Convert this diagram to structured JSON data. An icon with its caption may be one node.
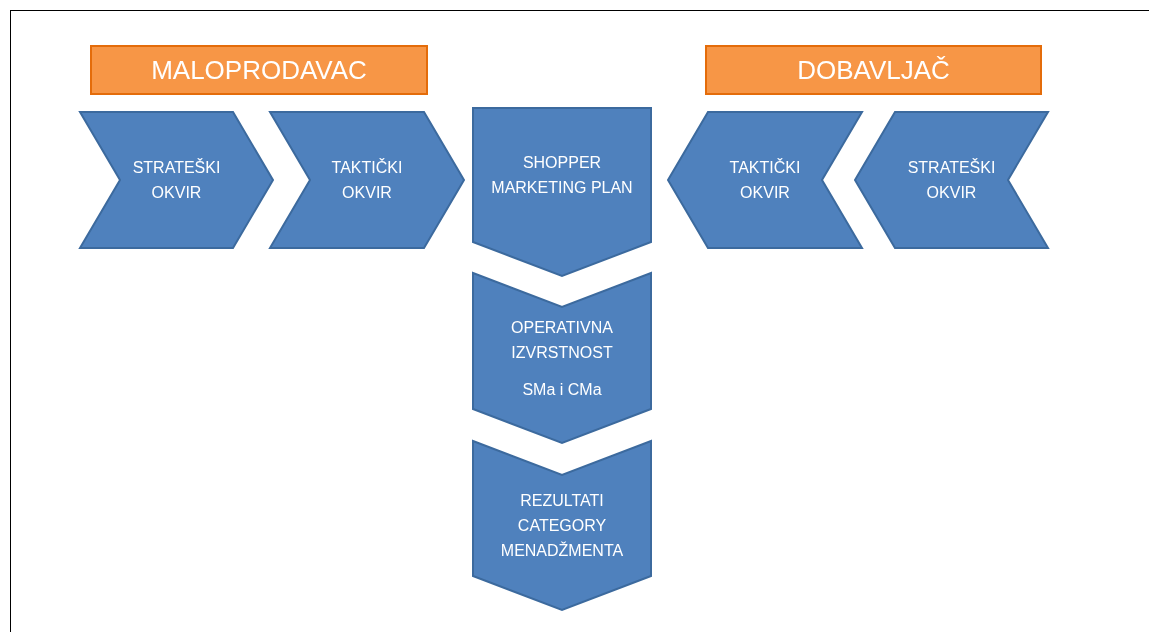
{
  "diagram": {
    "nodes": [
      {
        "text": [
          "MALOPRODAVAC"
        ]
      },
      {
        "text": [
          "DOBAVLJAČ"
        ]
      },
      {
        "text": [
          "STRATEŠKI OKVIR"
        ]
      },
      {
        "text": [
          "TAKTIČKI OKVIR"
        ]
      },
      {
        "text": [
          "SHOPPER MARKETING PLAN"
        ]
      },
      {
        "text": [
          "TAKTIČKI OKVIR"
        ]
      },
      {
        "text": [
          "STRATEŠKI OKVIR"
        ]
      },
      {
        "text": [
          "OPERATIVNA IZVRSTNOST",
          "SMa i CMa"
        ]
      },
      {
        "text": [
          "REZULTATI CATEGORY MENADŽMENTA"
        ]
      }
    ]
  }
}
